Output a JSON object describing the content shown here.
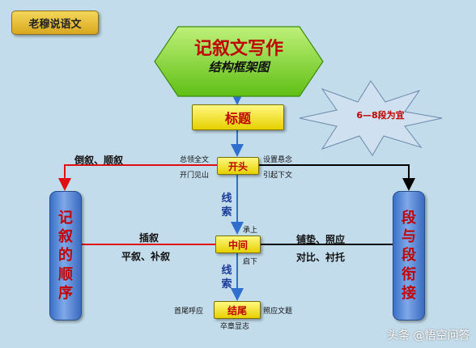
{
  "tag": "老穆说语文",
  "header": {
    "title": "记叙文写作",
    "subtitle": "结构框架图"
  },
  "star_note": "6—8段为宜",
  "boxes": {
    "title": "标题",
    "opening": "开头",
    "middle": "中间",
    "ending": "结尾"
  },
  "left_pillar": [
    "记",
    "叙",
    "的",
    "顺",
    "序"
  ],
  "right_pillar": [
    "段",
    "与",
    "段",
    "衔",
    "接"
  ],
  "labels": {
    "order_methods": "倒叙、顺叙",
    "open_left_1": "总领全文",
    "open_left_2": "开门见山",
    "open_right_1": "设置悬念",
    "open_right_2": "引起下文",
    "clue": [
      "线",
      "索"
    ],
    "above_middle": "承上",
    "below_middle": "启下",
    "insert": "插叙",
    "plain_supplement": "平叙、补叙",
    "pave_echo": "铺垫、照应",
    "contrast_foil": "对比、衬托",
    "end_left": "首尾呼应",
    "end_right": "照应文题",
    "end_bottom": "卒章显志"
  },
  "watermark": "头条 @悟空问答",
  "colors": {
    "background": "#c3dceb",
    "header_fill": "#7ed321",
    "box_fill": "#f4e640",
    "pillar_fill": "#5a8ad8",
    "accent_red": "#c00000",
    "arrow_blue": "#2f6fd0"
  }
}
